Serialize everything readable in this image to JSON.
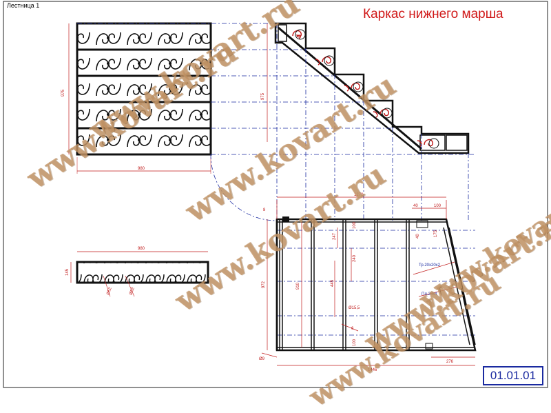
{
  "sheet": {
    "name": "Лестница 1",
    "title": "Каркас нижнего марша",
    "number": "01.01.01"
  },
  "watermark": "www.kovart.ru",
  "dimensions": {
    "panel_height": "975",
    "panel_width": "980",
    "step_height": "975",
    "frieze_width": "980",
    "frieze_height": "145",
    "ring_a": "Ø52",
    "ring_b": "Ø52",
    "top_length": "1270",
    "top_40": "40",
    "top_100": "100",
    "right_dim": "175",
    "right_small": "40",
    "left_height": "972",
    "inner_height": "910",
    "col_247": "247",
    "col_100a": "100",
    "col_240": "240",
    "col_445": "445",
    "col_6": "6",
    "col_1015": "Ø15,5",
    "col_100b": "100",
    "bottom_width": "1446",
    "bottom_276": "276",
    "bottom_left": "Ø9",
    "corner_8": "8",
    "pipe_label_1": "Тр.20х20х2",
    "pipe_label_2": "Пл.20х4"
  }
}
